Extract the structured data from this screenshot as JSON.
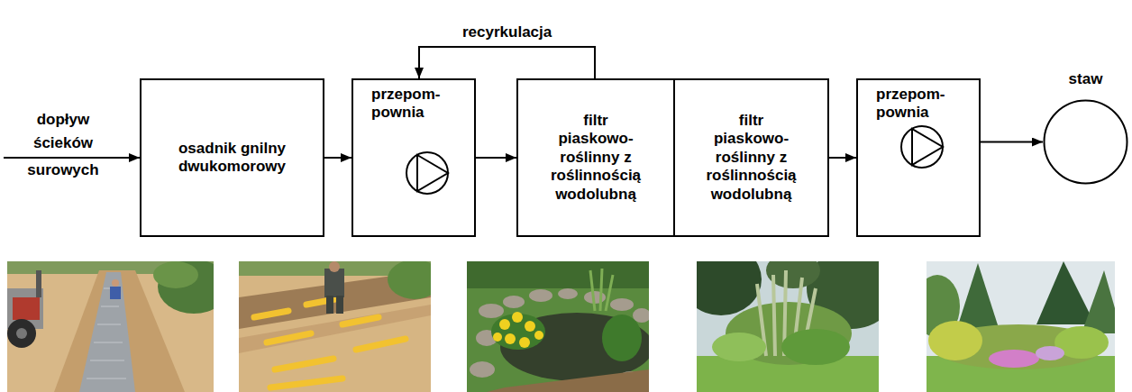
{
  "diagram": {
    "nodes": [
      {
        "text": [
          "osadnik gnilny dwukomorowy"
        ]
      },
      {
        "text": [
          "przepom-pownia"
        ]
      },
      {
        "text": [
          "filtr piaskowo-roślinny z roślinnością wodolubną"
        ]
      },
      {
        "text": [
          "filtr piaskowo-roślinny z roślinnością wodolubną"
        ]
      },
      {
        "text": [
          "przepom-pownia"
        ]
      },
      {
        "text": [
          "staw"
        ]
      }
    ],
    "edges": [
      {
        "from": 0,
        "to": 1,
        "arrow": "to"
      },
      {
        "from": 1,
        "to": 2,
        "arrow": "to"
      },
      {
        "from": 2,
        "to": 1,
        "label": "recyrkulacja",
        "arrow": "to"
      },
      {
        "from": 3,
        "to": 4,
        "arrow": "to"
      },
      {
        "from": 4,
        "to": 5,
        "arrow": "to"
      }
    ],
    "labels": [
      "dopływ ścieków",
      "surowych"
    ]
  }
}
